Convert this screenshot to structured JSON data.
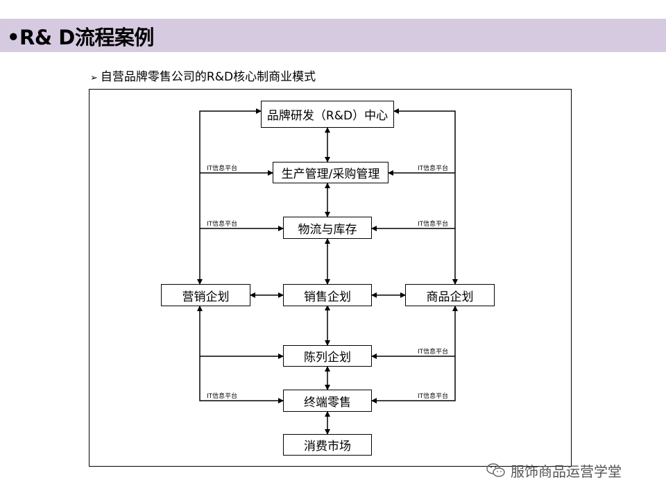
{
  "slide": {
    "title": "•R& D流程案例",
    "subtitle": "自营品牌零售公司的R&D核心制商业模式"
  },
  "nodes": {
    "rd_center": "品牌研发（R&D）中心",
    "production": "生产管理/采购管理",
    "logistics": "物流与库存",
    "marketing": "营销企划",
    "sales": "销售企划",
    "merchandise": "商品企划",
    "display": "陈列企划",
    "retail": "终端零售",
    "market": "消费市场"
  },
  "it_label": "IT信息平台",
  "watermark": "服饰商品运营学堂",
  "colors": {
    "title_bar": "#d6cae0",
    "line": "#000000"
  }
}
